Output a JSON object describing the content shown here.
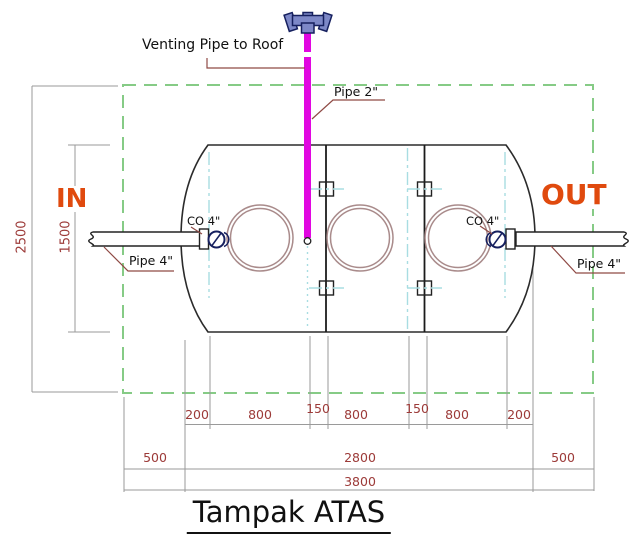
{
  "drawing": {
    "title": "Tampak ATAS",
    "annotations": {
      "venting": "Venting Pipe to Roof",
      "vent_pipe": "Pipe 2\"",
      "flow_in": "IN",
      "flow_out": "OUT",
      "cleanout_left": "CO 4\"",
      "cleanout_right": "CO 4\"",
      "inlet_pipe": "Pipe 4\"",
      "outlet_pipe": "Pipe 4\""
    },
    "dimensions": {
      "overall_height": "2500",
      "tank_height": "1500",
      "segments": [
        "200",
        "800",
        "150",
        "800",
        "150",
        "800",
        "200"
      ],
      "spans": [
        "500",
        "2800",
        "500"
      ],
      "total": "3800"
    },
    "colors": {
      "vent-pipe": "#e106e1",
      "dim-text": "#9c3a38",
      "flow-text": "#e04a0e",
      "boundary-green": "#86cb86",
      "centerline-cyan": "#a8dde2",
      "leader": "#8f4a45",
      "manhole": "#a98b8b",
      "fitting-navy": "#16205f",
      "fitting-fill": "#7d88c7",
      "dim-line": "#9a9a9a",
      "outline": "#2b2b2b"
    }
  }
}
